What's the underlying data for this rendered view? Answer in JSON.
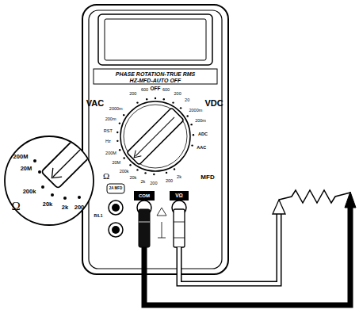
{
  "diagram": {
    "labels": [
      "PHASE ROTATION-TRUE RMS",
      "HZ-MFD-AUTO OFF",
      "VAC",
      "VDC",
      "OFF",
      "600",
      "600",
      "200",
      "200",
      "2000m",
      "200m",
      "RST",
      "Hz",
      "200M",
      "20M",
      "200k",
      "20k",
      "2k",
      "200",
      "20",
      "2000m",
      "200m",
      "ADC",
      "AAC",
      "2k",
      "200",
      "Ω",
      "MFD",
      "200M",
      "20M",
      "200k",
      "20k",
      "2k",
      "200",
      "Ω",
      "2A MFD",
      "COM",
      "VΩ",
      "R/L1"
    ]
  }
}
